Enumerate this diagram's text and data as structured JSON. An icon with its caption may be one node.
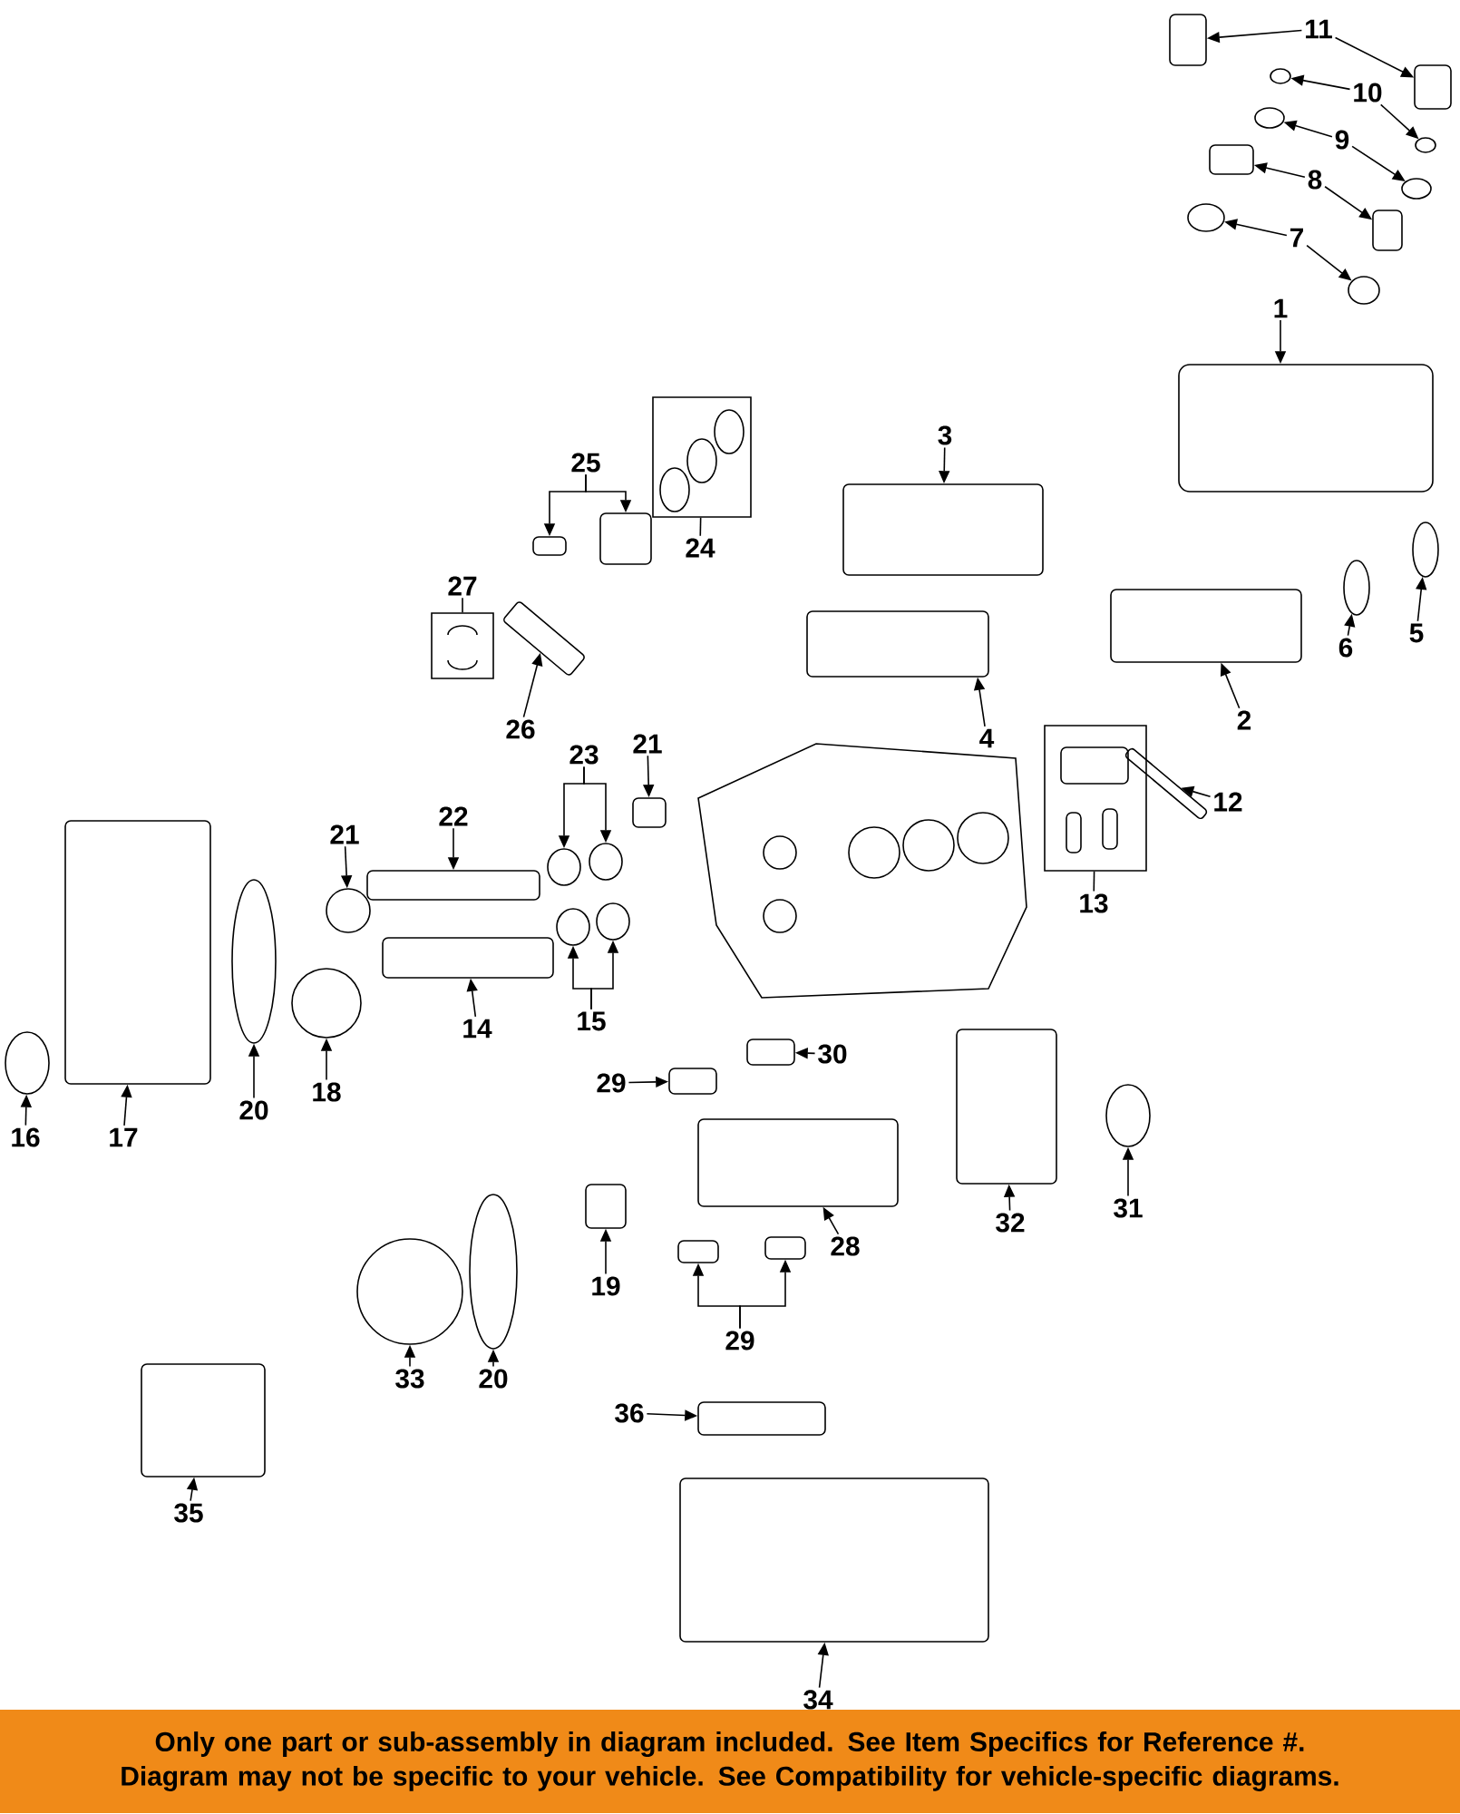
{
  "diagram": {
    "nodes": [
      {
        "text": [
          "11"
        ]
      },
      {
        "text": [],
        "shape": "box"
      },
      {
        "text": [],
        "shape": "box"
      },
      {
        "text": [
          "10"
        ]
      },
      {
        "text": [],
        "shape": "circle"
      },
      {
        "text": [],
        "shape": "circle"
      },
      {
        "text": [
          "9"
        ]
      },
      {
        "text": [],
        "shape": "circle"
      },
      {
        "text": [],
        "shape": "circle"
      },
      {
        "text": [
          "8"
        ]
      },
      {
        "text": [],
        "shape": "box"
      },
      {
        "text": [],
        "shape": "box"
      },
      {
        "text": [
          "7"
        ]
      },
      {
        "text": [],
        "shape": "circle"
      },
      {
        "text": [],
        "shape": "circle"
      },
      {
        "text": [
          "1"
        ]
      },
      {
        "text": [],
        "shape": "box"
      },
      {
        "text": [
          "3"
        ]
      },
      {
        "text": [],
        "shape": "box"
      },
      {
        "text": [
          "24"
        ]
      },
      {
        "text": [],
        "shape": "picture"
      },
      {
        "text": [
          "25"
        ]
      },
      {
        "text": [],
        "shape": "box"
      },
      {
        "text": [],
        "shape": "box"
      },
      {
        "text": [
          "27"
        ]
      },
      {
        "text": [],
        "shape": "picture"
      },
      {
        "text": [
          "26"
        ]
      },
      {
        "text": [],
        "shape": "bar"
      },
      {
        "text": [
          "4"
        ]
      },
      {
        "text": [],
        "shape": "box"
      },
      {
        "text": [
          "2"
        ]
      },
      {
        "text": [],
        "shape": "box"
      },
      {
        "text": [
          "6"
        ]
      },
      {
        "text": [],
        "shape": "circle"
      },
      {
        "text": [
          "5"
        ]
      },
      {
        "text": [],
        "shape": "circle"
      },
      {
        "text": [
          "21"
        ]
      },
      {
        "text": [],
        "shape": "box"
      },
      {
        "text": [
          "23"
        ]
      },
      {
        "text": [],
        "shape": "circle"
      },
      {
        "text": [],
        "shape": "circle"
      },
      {
        "text": [
          "12"
        ]
      },
      {
        "text": [],
        "shape": "bar"
      },
      {
        "text": [
          "13"
        ]
      },
      {
        "text": [],
        "shape": "picture"
      },
      {
        "text": [
          "21"
        ]
      },
      {
        "text": [],
        "shape": "circle"
      },
      {
        "text": [
          "22"
        ]
      },
      {
        "text": [],
        "shape": "box"
      },
      {
        "text": [
          "14"
        ]
      },
      {
        "text": [],
        "shape": "box"
      },
      {
        "text": [
          "15"
        ]
      },
      {
        "text": [],
        "shape": "circle"
      },
      {
        "text": [],
        "shape": "circle"
      },
      {
        "text": [
          "16"
        ]
      },
      {
        "text": [],
        "shape": "circle"
      },
      {
        "text": [
          "17"
        ]
      },
      {
        "text": [],
        "shape": "box"
      },
      {
        "text": [
          "20"
        ]
      },
      {
        "text": [],
        "shape": "circle"
      },
      {
        "text": [
          "18"
        ]
      },
      {
        "text": [],
        "shape": "circle"
      },
      {
        "text": [
          "29"
        ]
      },
      {
        "text": [],
        "shape": "box"
      },
      {
        "text": [
          "30"
        ]
      },
      {
        "text": [],
        "shape": "box"
      },
      {
        "text": [
          "32"
        ]
      },
      {
        "text": [],
        "shape": "box"
      },
      {
        "text": [
          "31"
        ]
      },
      {
        "text": [],
        "shape": "circle"
      },
      {
        "text": [
          "28"
        ]
      },
      {
        "text": [],
        "shape": "box"
      },
      {
        "text": [
          "19"
        ]
      },
      {
        "text": [],
        "shape": "box"
      },
      {
        "text": [
          "29"
        ]
      },
      {
        "text": [],
        "shape": "box"
      },
      {
        "text": [],
        "shape": "box"
      },
      {
        "text": [
          "33"
        ]
      },
      {
        "text": [],
        "shape": "circle"
      },
      {
        "text": [
          "20"
        ]
      },
      {
        "text": [],
        "shape": "circle"
      },
      {
        "text": [
          "35"
        ]
      },
      {
        "text": [],
        "shape": "box"
      },
      {
        "text": [
          "36"
        ]
      },
      {
        "text": [],
        "shape": "box"
      },
      {
        "text": [
          "34"
        ]
      },
      {
        "text": [],
        "shape": "box"
      },
      {
        "text": [
          "Only one part or sub-assembly in diagram included. See Item Specifics for Reference #.",
          "Diagram may not be specific to your vehicle. See Compatibility for vehicle-specific diagrams."
        ]
      }
    ],
    "edges": [
      {
        "from": 0,
        "to": 1,
        "arrow": "to"
      },
      {
        "from": 0,
        "to": 2,
        "arrow": "to"
      },
      {
        "from": 3,
        "to": 4,
        "arrow": "to"
      },
      {
        "from": 3,
        "to": 5,
        "arrow": "to"
      },
      {
        "from": 6,
        "to": 7,
        "arrow": "to"
      },
      {
        "from": 6,
        "to": 8,
        "arrow": "to"
      },
      {
        "from": 9,
        "to": 10,
        "arrow": "to"
      },
      {
        "from": 9,
        "to": 11,
        "arrow": "to"
      },
      {
        "from": 12,
        "to": 13,
        "arrow": "to"
      },
      {
        "from": 12,
        "to": 14,
        "arrow": "to"
      },
      {
        "from": 15,
        "to": 16,
        "arrow": "to"
      },
      {
        "from": 17,
        "to": 18,
        "arrow": "to"
      },
      {
        "from": 19,
        "to": 20,
        "arrow": "none"
      },
      {
        "from": 21,
        "to": 22,
        "arrow": "to"
      },
      {
        "from": 21,
        "to": 23,
        "arrow": "to"
      },
      {
        "from": 24,
        "to": 25,
        "arrow": "none"
      },
      {
        "from": 26,
        "to": 27,
        "arrow": "to"
      },
      {
        "from": 28,
        "to": 29,
        "arrow": "to"
      },
      {
        "from": 30,
        "to": 31,
        "arrow": "to"
      },
      {
        "from": 32,
        "to": 33,
        "arrow": "to"
      },
      {
        "from": 34,
        "to": 35,
        "arrow": "to"
      },
      {
        "from": 36,
        "to": 37,
        "arrow": "to"
      },
      {
        "from": 38,
        "to": 39,
        "arrow": "to"
      },
      {
        "from": 38,
        "to": 40,
        "arrow": "to"
      },
      {
        "from": 41,
        "to": 42,
        "arrow": "to"
      },
      {
        "from": 43,
        "to": 44,
        "arrow": "none"
      },
      {
        "from": 45,
        "to": 46,
        "arrow": "to"
      },
      {
        "from": 47,
        "to": 48,
        "arrow": "to"
      },
      {
        "from": 49,
        "to": 50,
        "arrow": "to"
      },
      {
        "from": 51,
        "to": 52,
        "arrow": "to"
      },
      {
        "from": 51,
        "to": 53,
        "arrow": "to"
      },
      {
        "from": 54,
        "to": 55,
        "arrow": "to"
      },
      {
        "from": 56,
        "to": 57,
        "arrow": "to"
      },
      {
        "from": 58,
        "to": 59,
        "arrow": "to"
      },
      {
        "from": 60,
        "to": 61,
        "arrow": "to"
      },
      {
        "from": 62,
        "to": 63,
        "arrow": "to"
      },
      {
        "from": 64,
        "to": 65,
        "arrow": "to"
      },
      {
        "from": 66,
        "to": 67,
        "arrow": "to"
      },
      {
        "from": 68,
        "to": 69,
        "arrow": "to"
      },
      {
        "from": 70,
        "to": 71,
        "arrow": "to"
      },
      {
        "from": 72,
        "to": 73,
        "arrow": "to"
      },
      {
        "from": 74,
        "to": 75,
        "arrow": "to"
      },
      {
        "from": 74,
        "to": 76,
        "arrow": "to"
      },
      {
        "from": 77,
        "to": 78,
        "arrow": "to"
      },
      {
        "from": 79,
        "to": 80,
        "arrow": "to"
      },
      {
        "from": 81,
        "to": 82,
        "arrow": "to"
      },
      {
        "from": 83,
        "to": 84,
        "arrow": "to"
      },
      {
        "from": 85,
        "to": 86,
        "arrow": "to"
      }
    ]
  }
}
